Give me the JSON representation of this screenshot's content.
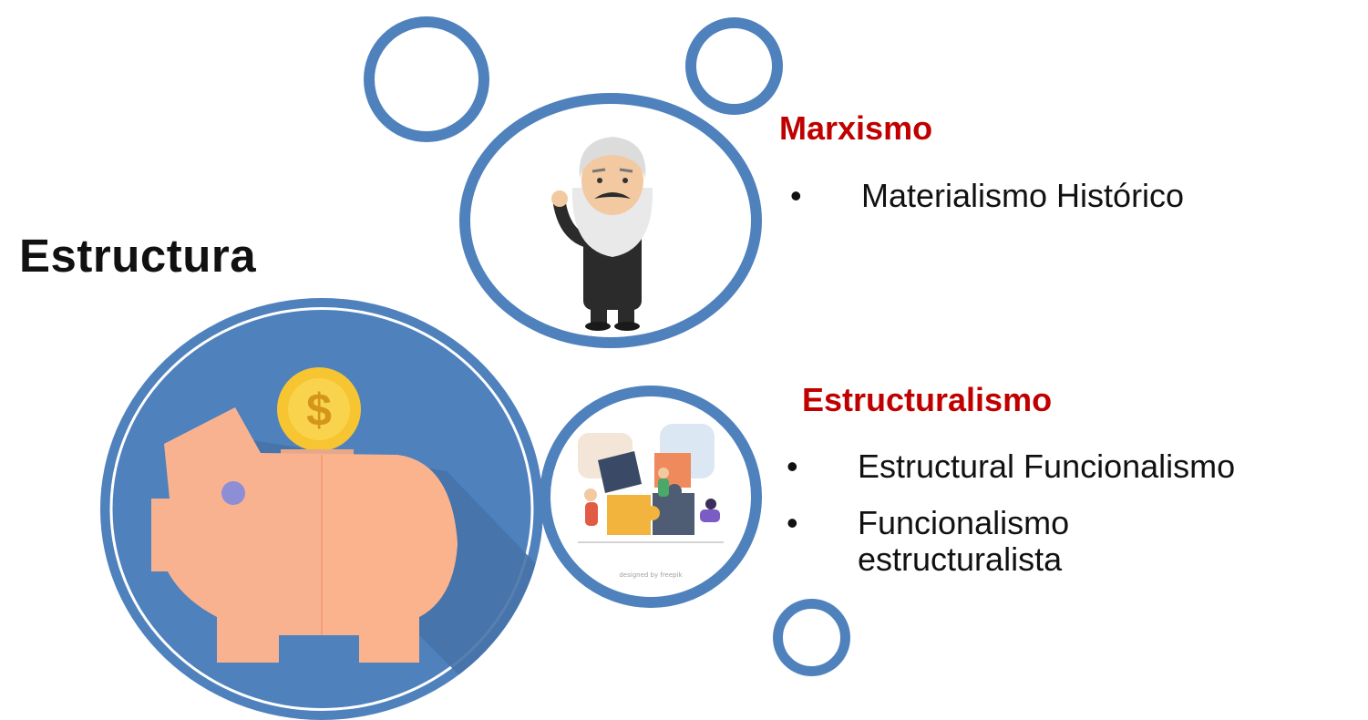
{
  "slide": {
    "title": "Estructura",
    "sections": [
      {
        "heading": "Marxismo",
        "items": [
          "Materialismo Histórico"
        ]
      },
      {
        "heading": "Estructuralismo",
        "items": [
          "Estructural Funcionalismo",
          "Funcionalismo estructuralista"
        ]
      }
    ]
  },
  "images": {
    "marx": "karl-marx-cartoon-illustration",
    "puzzle": "people-assembling-puzzle-illustration",
    "piggy": "piggy-bank-with-coin-icon"
  },
  "colors": {
    "ring_blue": "#4f81bd",
    "heading_red": "#c00000",
    "piggy_pink": "#f9b28f"
  }
}
